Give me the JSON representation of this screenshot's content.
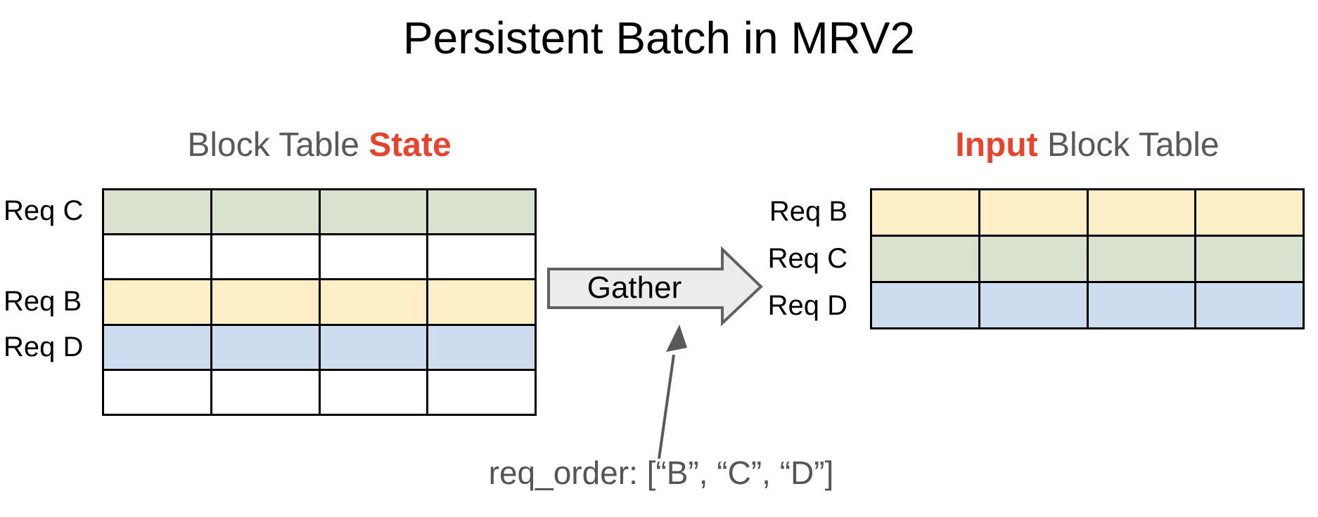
{
  "title": "Persistent Batch in MRV2",
  "tables": {
    "left": {
      "heading": {
        "pre": "Block Table ",
        "accent": "State",
        "post": ""
      },
      "columns": 4,
      "rows": [
        {
          "label": "Req C",
          "color": "green"
        },
        {
          "label": "",
          "color": "white"
        },
        {
          "label": "Req B",
          "color": "yellow"
        },
        {
          "label": "Req D",
          "color": "blue"
        },
        {
          "label": "",
          "color": "white"
        }
      ]
    },
    "right": {
      "heading": {
        "pre": "",
        "accent": "Input",
        "post": " Block Table"
      },
      "columns": 4,
      "rows": [
        {
          "label": "Req B",
          "color": "yellow"
        },
        {
          "label": "Req C",
          "color": "green"
        },
        {
          "label": "Req D",
          "color": "blue"
        }
      ]
    }
  },
  "gather": {
    "label": "Gather"
  },
  "annotation": {
    "text": "req_order: [“B”, “C”, “D”]"
  },
  "icons": {
    "gather_arrow": "right-block-arrow",
    "annotation_arrow": "thin-up-arrow"
  },
  "colors": {
    "green": "#d9e2ce",
    "yellow": "#fcefc8",
    "blue": "#cddcee",
    "white": "#ffffff",
    "accent": "#e8432d",
    "heading": "#595959",
    "annotation": "#555555",
    "arrow_fill": "#ececec",
    "arrow_stroke": "#616161",
    "title": "#000000"
  }
}
